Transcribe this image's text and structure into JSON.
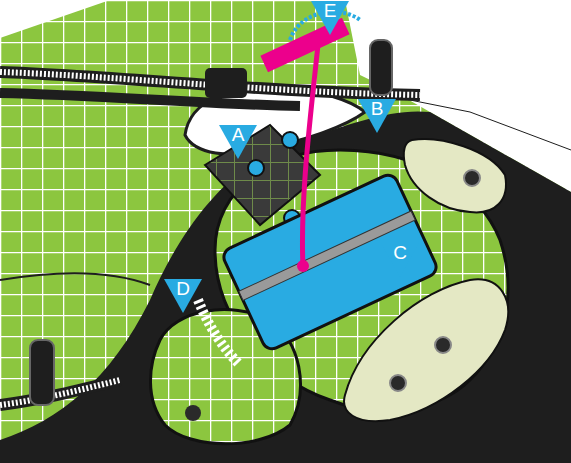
{
  "diagram": {
    "labels": [
      "E",
      "A",
      "B",
      "C",
      "D"
    ]
  }
}
